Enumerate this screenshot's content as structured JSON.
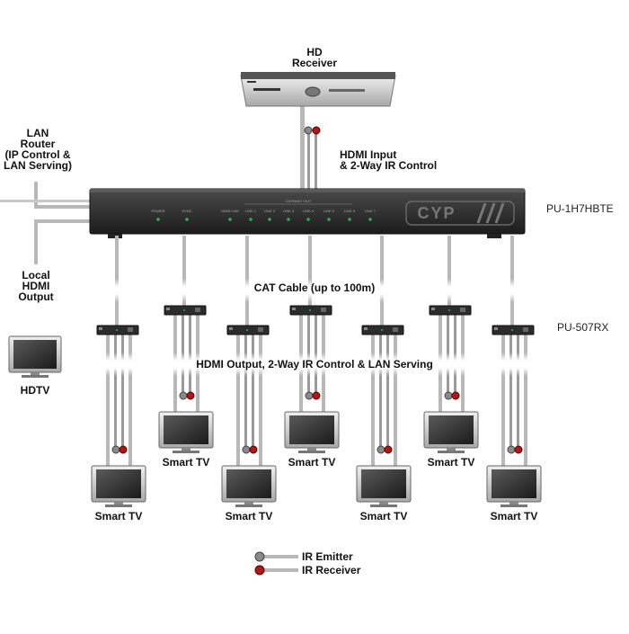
{
  "source": {
    "label": "HD\nReceiver",
    "input_label": "HDMI Input\n& 2-Way IR Control"
  },
  "lan": {
    "label": "LAN\nRouter\n(IP Control &\nLAN Serving)"
  },
  "local_output": {
    "label": "Local\nHDMI\nOutput",
    "display_label": "HDTV"
  },
  "transmitter": {
    "model": "PU-1H7HBTE",
    "brand": "CYP",
    "panel_labels": [
      "POWER",
      "SYNC",
      "HDMI LINK",
      "LINK 1",
      "LINK 2",
      "LINK 3",
      "LINK 4",
      "LINK 5",
      "LINK 6",
      "LINK 7"
    ],
    "panel_group_label": "CAT5e/6/7 OUT"
  },
  "receiver": {
    "model": "PU-507RX"
  },
  "cables": {
    "cat_label": "CAT Cable (up to 100m)",
    "hdmi_label": "HDMI Output, 2-Way IR Control & LAN Serving"
  },
  "displays": {
    "smart_tv_label": "Smart TV",
    "count": 7
  },
  "legend": {
    "ir_emitter": "IR Emitter",
    "ir_receiver": "IR Receiver"
  },
  "colors": {
    "ir_emitter": "#8a8a8a",
    "ir_receiver": "#b01818",
    "device_body": "#2c2c2c",
    "cable": "#b8b8b8"
  }
}
